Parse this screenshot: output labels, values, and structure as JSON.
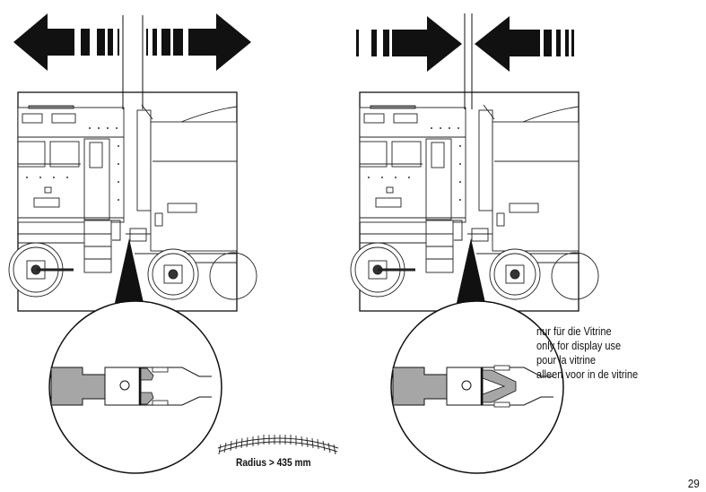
{
  "notes": {
    "lines": [
      "nur für die Vitrine",
      "only for display use",
      "pour la vitrine",
      "alleen voor in de vitrine"
    ]
  },
  "track": {
    "radius_label": "Radius > 435 mm"
  },
  "page": {
    "number": "29"
  },
  "colors": {
    "ink": "#111111",
    "coupler_grey": "#a6a6a6"
  }
}
